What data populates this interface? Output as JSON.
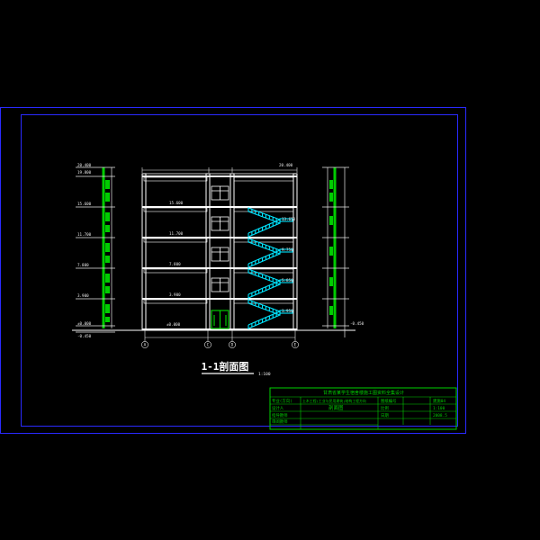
{
  "title": "1-1剖面图",
  "scale_note": "1:100",
  "colors": {
    "background": "#000000",
    "frame": "#2a2aff",
    "structure": "#ffffff",
    "dims": "#e8e8e8",
    "stairs": "#00e5ff",
    "door": "#00cc00",
    "titleblock": "#00d000",
    "title_text": "#ffffff"
  },
  "left_levels": [
    "20.400",
    "19.800",
    "15.600",
    "11.700",
    "7.800",
    "3.900",
    "±0.000",
    "-0.450"
  ],
  "inner_levels": [
    "15.600",
    "11.700",
    "7.800",
    "3.900",
    "±0.000"
  ],
  "right_levels": [
    "20.400",
    "13.650",
    "9.750",
    "5.850",
    "1.950"
  ],
  "right_dim_ground": "-0.450",
  "axes": [
    "A",
    "C",
    "D",
    "E"
  ],
  "titleblock": {
    "header": "甘肃省某学生宿舍楼施工图资料全集设计",
    "row1": {
      "label": "专业(方向)",
      "value": "土木工程(工业与民用建筑)结构工程方向",
      "col3": "图纸编号",
      "col4": "建施04"
    },
    "row2": {
      "label": "设计人",
      "value": "",
      "col3": "比例",
      "col4": "1:100"
    },
    "row3": {
      "label": "指导教师",
      "value": "剖面图",
      "col3": "日期",
      "col4": "2008.5"
    },
    "row4": {
      "label": "审阅教师",
      "value": "",
      "col3": "",
      "col4": ""
    }
  }
}
